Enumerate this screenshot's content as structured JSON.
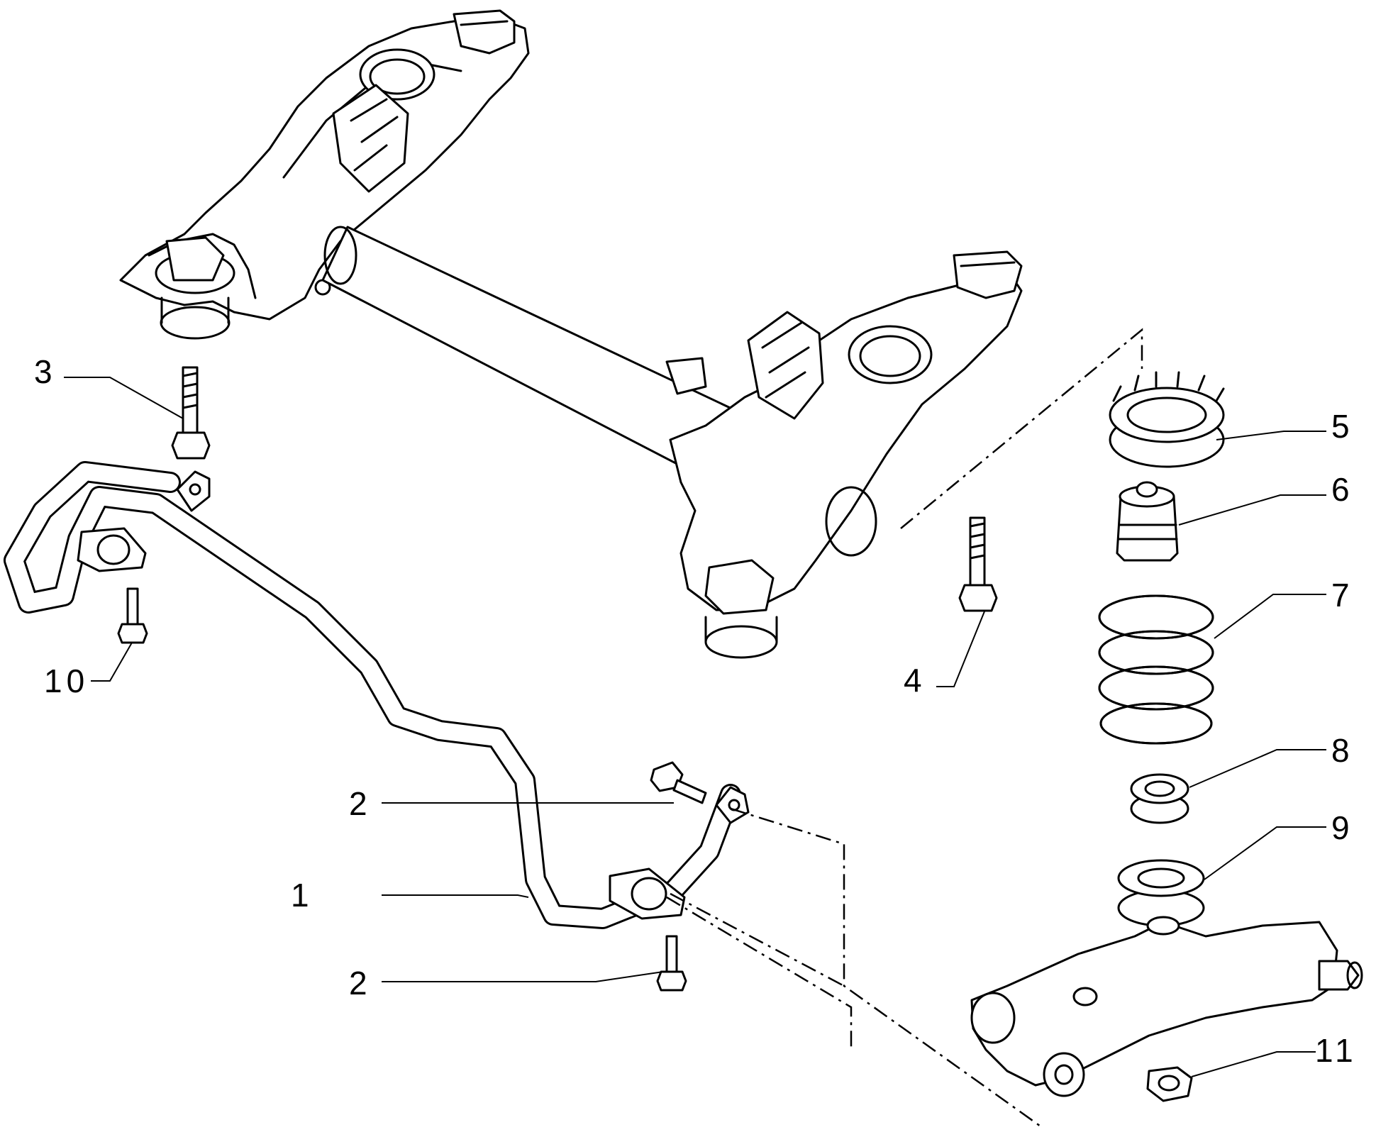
{
  "callouts": [
    {
      "id": "c1",
      "label": "1"
    },
    {
      "id": "c2a",
      "label": "2"
    },
    {
      "id": "c2b",
      "label": "2"
    },
    {
      "id": "c3",
      "label": "3"
    },
    {
      "id": "c4",
      "label": "4"
    },
    {
      "id": "c5",
      "label": "5"
    },
    {
      "id": "c6",
      "label": "6"
    },
    {
      "id": "c7",
      "label": "7"
    },
    {
      "id": "c8",
      "label": "8"
    },
    {
      "id": "c9",
      "label": "9"
    },
    {
      "id": "c10",
      "label": "10"
    },
    {
      "id": "c11",
      "label": "11"
    }
  ],
  "colors": {
    "line": "#000000",
    "background": "#ffffff"
  }
}
